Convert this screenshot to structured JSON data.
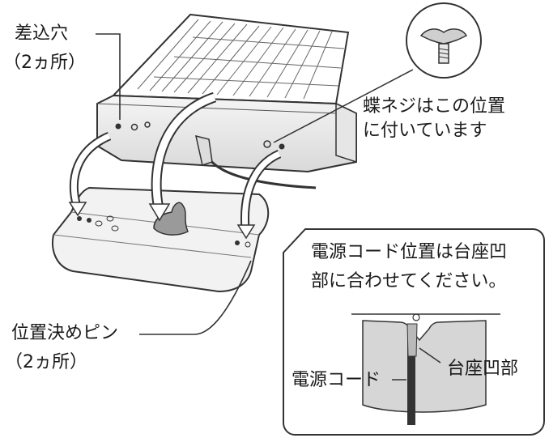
{
  "labels": {
    "insert_hole": "差込穴",
    "insert_hole_count": "（2ヵ所）",
    "wing_screw_line1": "蝶ネジはこの位置",
    "wing_screw_line2": "に付いています",
    "positioning_pin": "位置決めピン",
    "positioning_pin_count": "（2ヵ所）"
  },
  "inset": {
    "instruction_line1": "電源コード位置は台座凹",
    "instruction_line2": "部に合わせてください。",
    "base_recess": "台座凹部",
    "power_cord": "電源コード"
  }
}
